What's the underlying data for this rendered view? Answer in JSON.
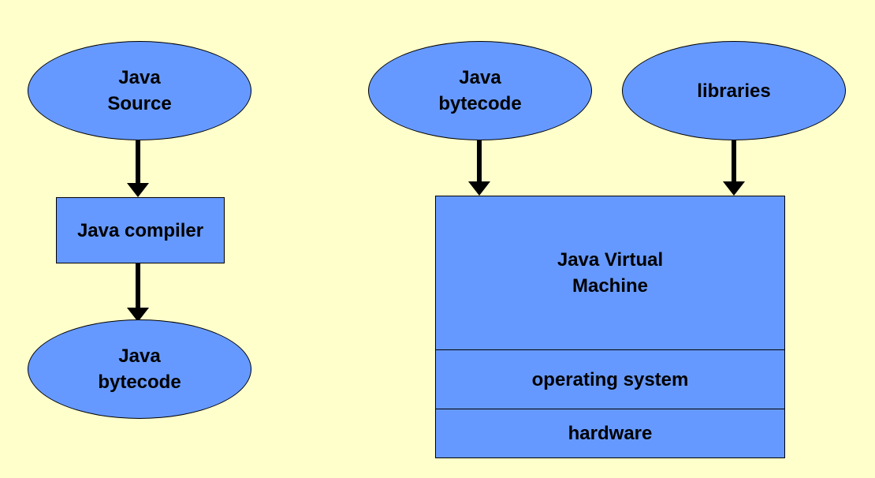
{
  "background_color": "#FFFFCC",
  "shape_fill_color": "#6699FF",
  "compile_flow": {
    "source": "Java\nSource",
    "compiler": "Java compiler",
    "output": "Java\nbytecode"
  },
  "runtime_flow": {
    "bytecode": "Java\nbytecode",
    "libraries": "libraries",
    "stack": {
      "jvm": "Java Virtual\nMachine",
      "os": "operating system",
      "hardware": "hardware"
    }
  }
}
